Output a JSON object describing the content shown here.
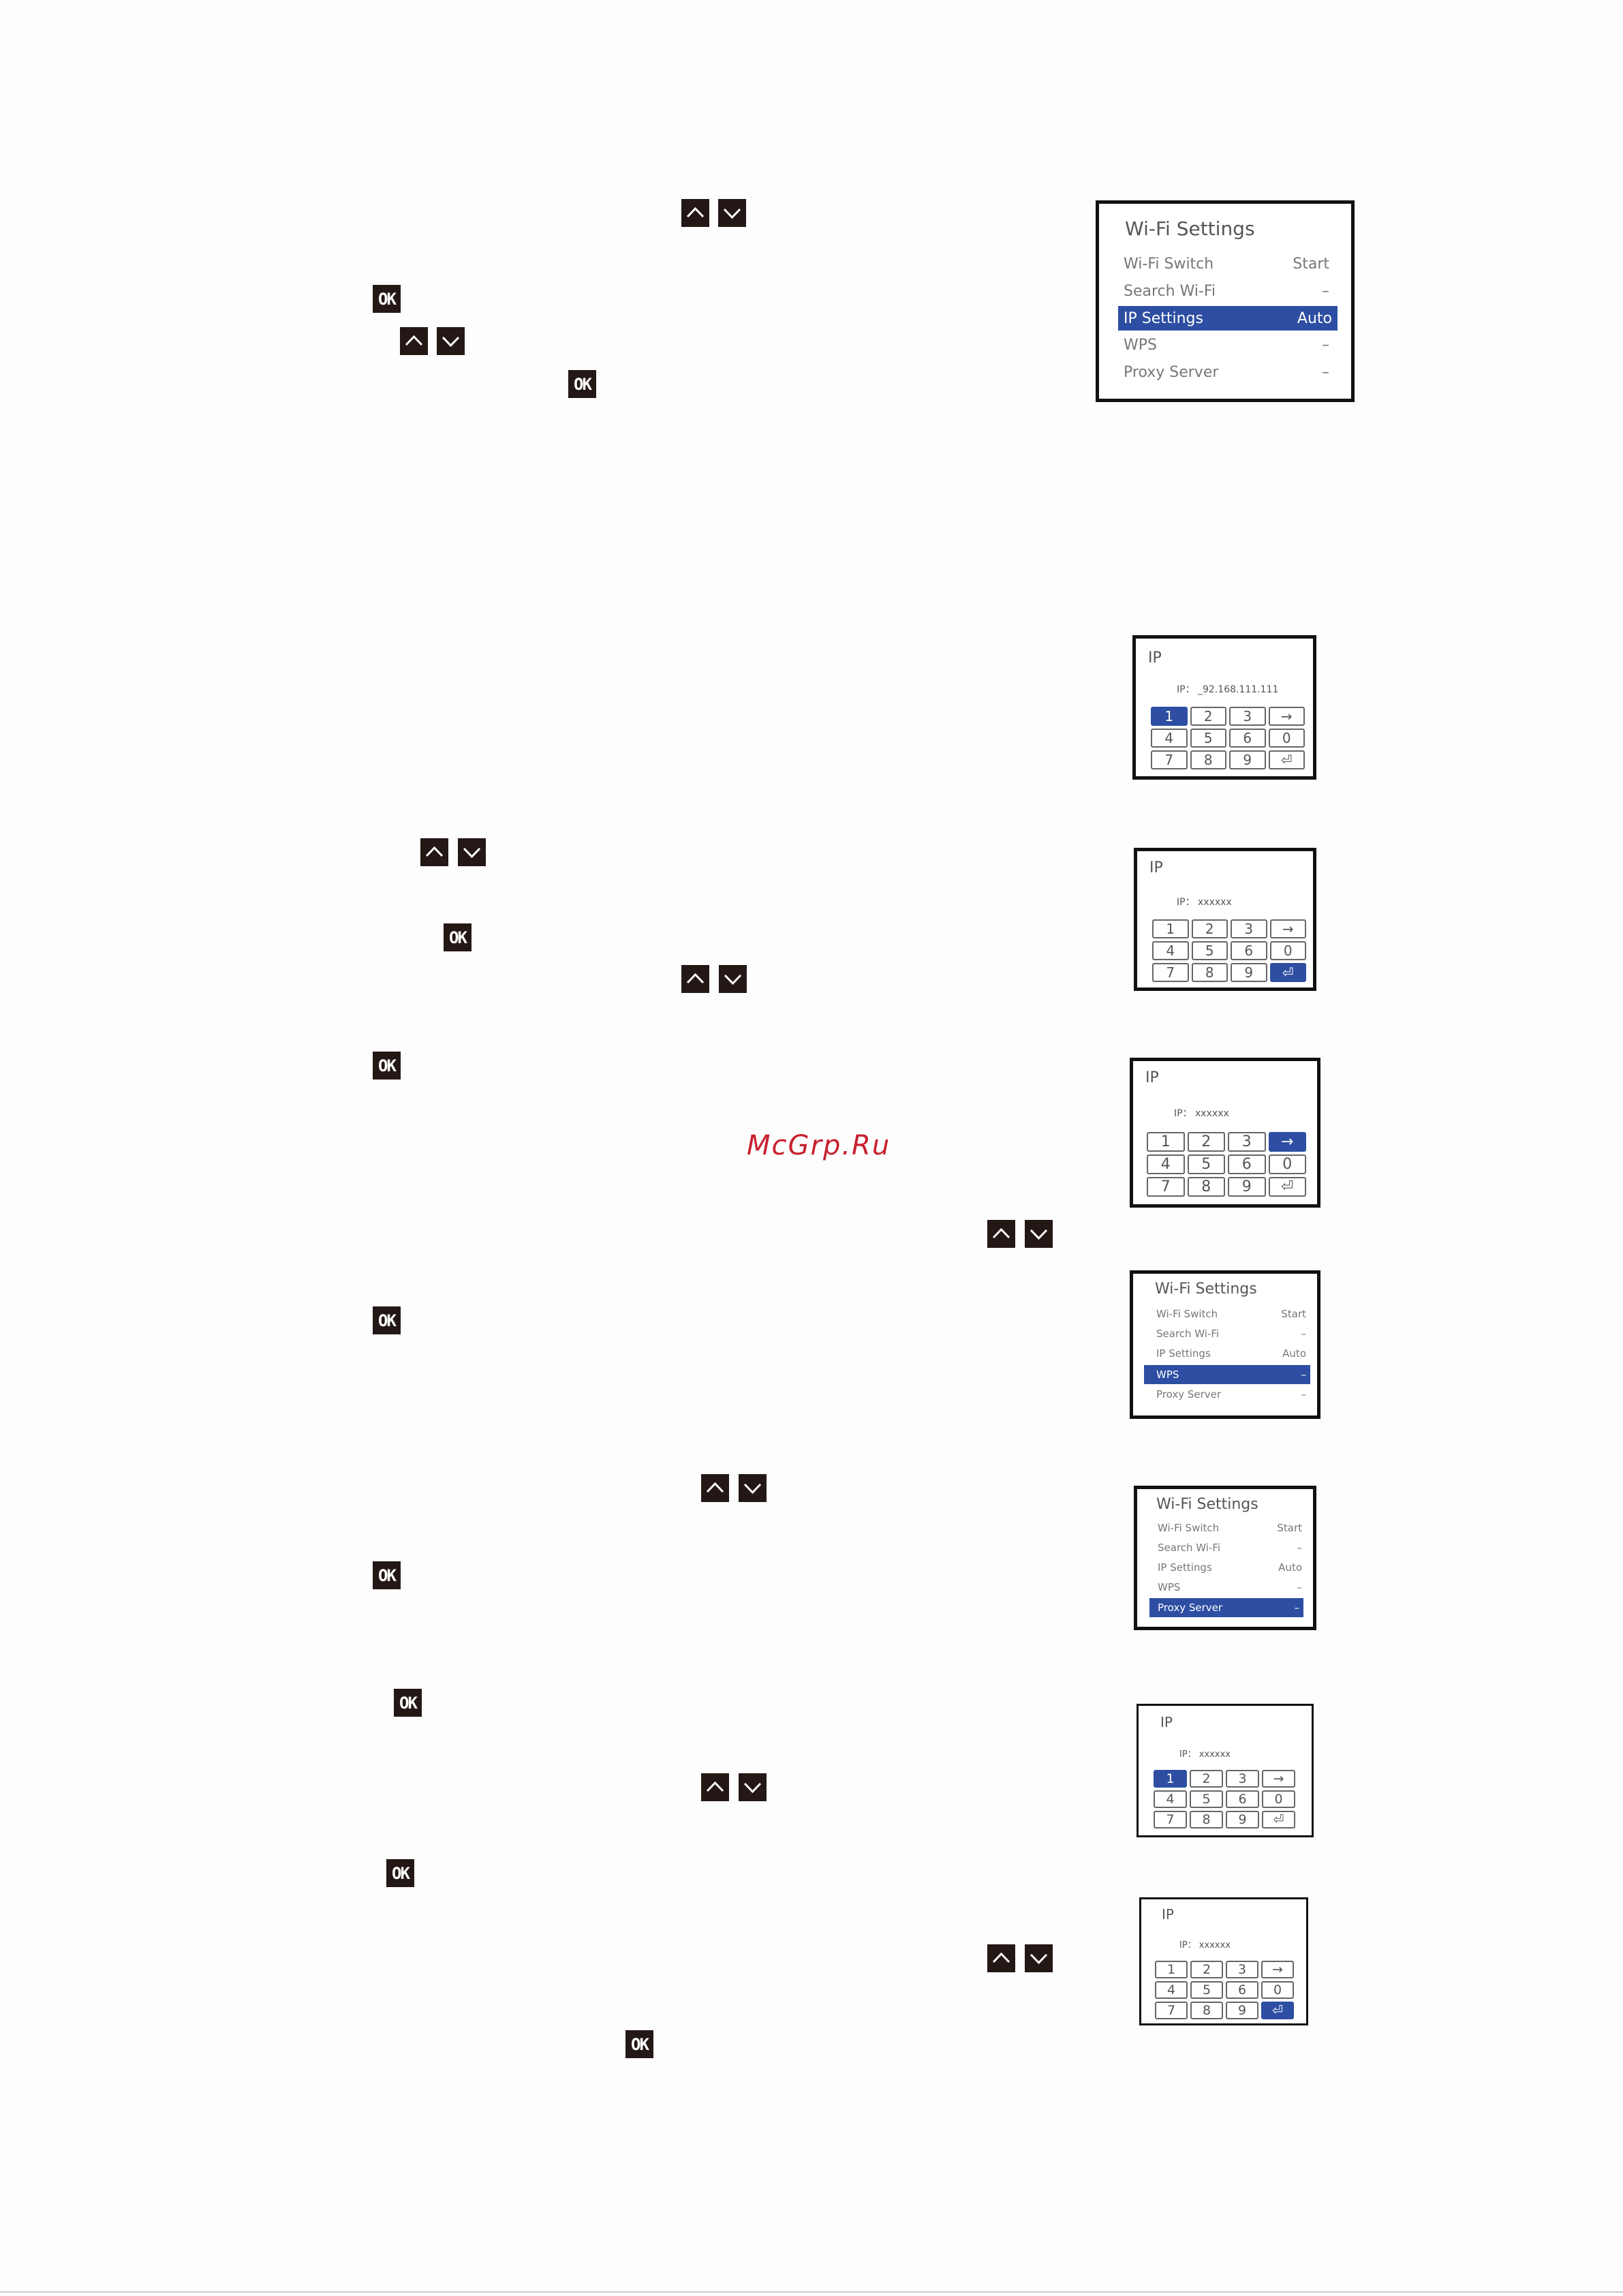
{
  "keys": {
    "ok_label": "OK"
  },
  "icons": {
    "up": "chevron-up-icon",
    "down": "chevron-down-icon",
    "ok": "ok-button-icon",
    "next": "arrow-right-icon",
    "enter": "enter-icon"
  },
  "colors": {
    "selection": "#2d4ea2",
    "key_bg": "#231815",
    "watermark": "#c8202e"
  },
  "wifi_menu": {
    "title": "Wi-Fi Settings",
    "items": [
      {
        "label": "Wi-Fi Switch",
        "value": "Start"
      },
      {
        "label": "Search Wi-Fi",
        "value": "–"
      },
      {
        "label": "IP Settings",
        "value": "Auto"
      },
      {
        "label": "WPS",
        "value": "–"
      },
      {
        "label": "Proxy Server",
        "value": "–"
      }
    ]
  },
  "ip_screens": {
    "title": "IP",
    "line_1": "IP： _92.168.111.111",
    "line_x": "IP： xxxxxx",
    "keys": [
      "1",
      "2",
      "3",
      "→",
      "4",
      "5",
      "6",
      "0",
      "7",
      "8",
      "9",
      "⏎"
    ]
  },
  "watermark": "McGrp.Ru"
}
